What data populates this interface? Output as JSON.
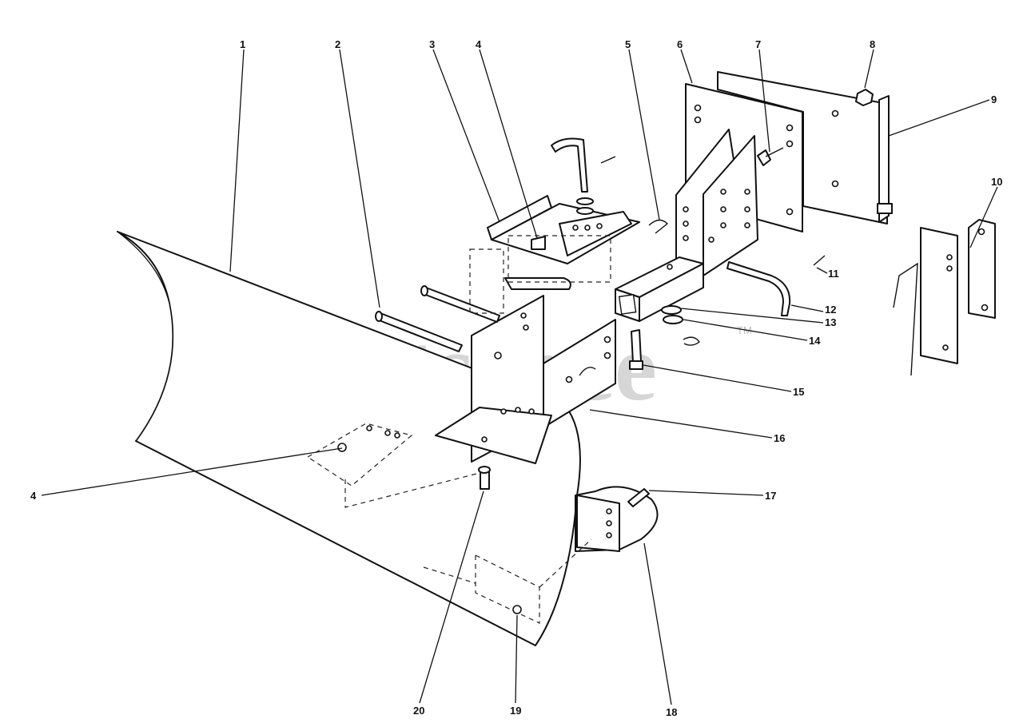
{
  "watermark": {
    "text": "PartsTree",
    "mark": "TM"
  },
  "callouts": {
    "c1": "1",
    "c2": "2",
    "c3": "3",
    "c4": "4",
    "c5": "5",
    "c6": "6",
    "c7": "7",
    "c8": "8",
    "c9": "9",
    "c10": "10",
    "c11": "11",
    "c12": "12",
    "c13": "13",
    "c14": "14",
    "c15": "15",
    "c16": "16",
    "c17": "17",
    "c18": "18",
    "c19": "19",
    "c20": "20",
    "c4b": "4"
  }
}
